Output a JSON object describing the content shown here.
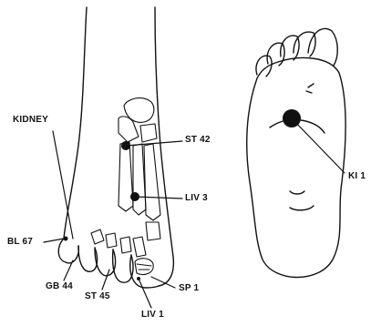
{
  "labels": {
    "kidney": "KIDNEY",
    "st42": "ST 42",
    "liv3": "LIV 3",
    "bl67": "BL 67",
    "gb44": "GB 44",
    "st45": "ST 45",
    "sp1": "SP 1",
    "liv1": "LIV 1",
    "ki1": "KI 1"
  },
  "colors": {
    "ink": "#111111",
    "paper": "#ffffff"
  }
}
